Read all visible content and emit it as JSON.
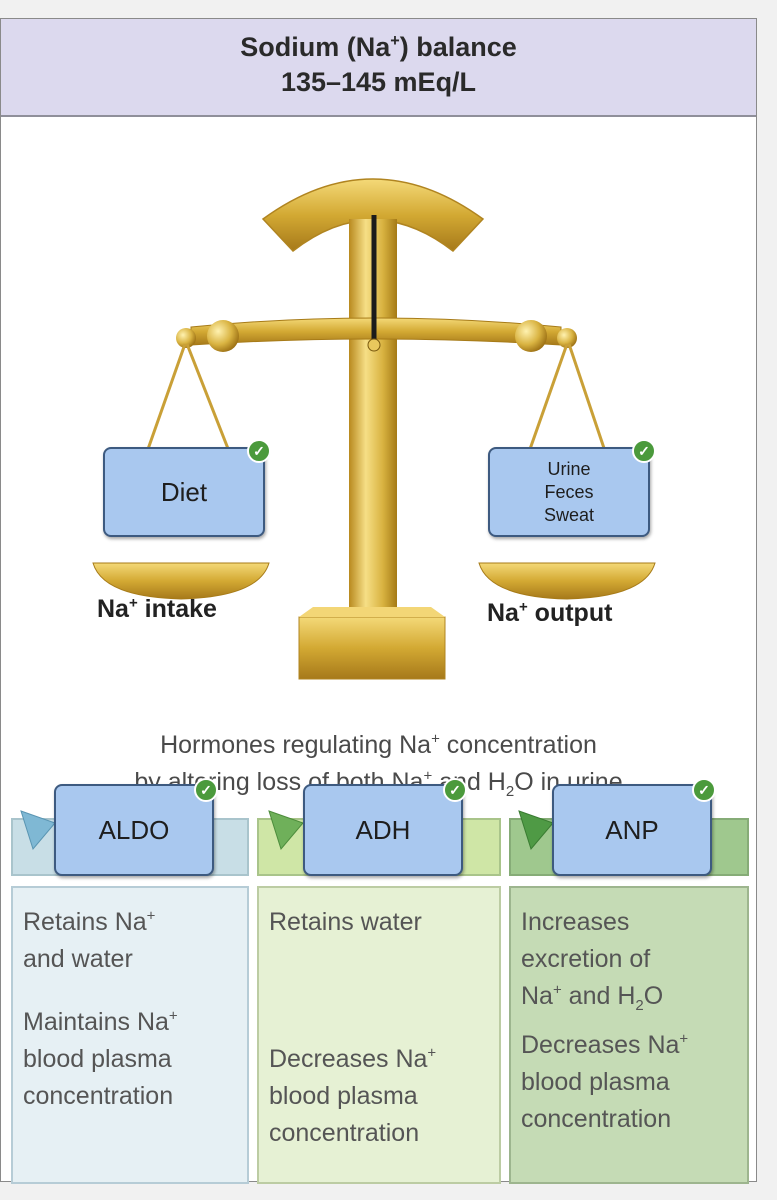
{
  "header": {
    "title_main": "Sodium (Na",
    "title_sup": "+",
    "title_end": ") balance",
    "range": "135–145 mEq/L"
  },
  "scale": {
    "left_box": "Diet",
    "right_box_lines": [
      "Urine",
      "Feces",
      "Sweat"
    ],
    "left_label": {
      "main": "Na",
      "sup": "+",
      "rest": " intake"
    },
    "right_label": {
      "main": "Na",
      "sup": "+",
      "rest": " output"
    }
  },
  "hormones_caption": {
    "line1_a": "Hormones regulating Na",
    "line1_sup": "+",
    "line1_b": " concentration",
    "line2_a": "by altering loss of both Na",
    "line2_sup": "+",
    "line2_b": " and H",
    "line2_sub": "2",
    "line2_c": "O in urine"
  },
  "columns": [
    {
      "hormone": "ALDO",
      "text1_a": "Retains Na",
      "text1_sup": "+",
      "text1_b": "and water",
      "text2_a": "Maintains Na",
      "text2_sup": "+",
      "text2_b": "blood plasma",
      "text2_c": "concentration"
    },
    {
      "hormone": "ADH",
      "text1_a": "Retains water",
      "text2_a": "Decreases Na",
      "text2_sup": "+",
      "text2_b": "blood plasma",
      "text2_c": "concentration"
    },
    {
      "hormone": "ANP",
      "text1_a": "Increases",
      "text1_b": "excretion of",
      "text1_c": "Na",
      "text1_sup": "+",
      "text1_d": " and H",
      "text1_sub": "2",
      "text1_e": "O",
      "text2_a": "Decreases Na",
      "text2_sup": "+",
      "text2_b": "blood plasma",
      "text2_c": "concentration"
    }
  ],
  "colors": {
    "title_bg": "#dcd9ee",
    "drop_box": "#a9c8ef",
    "check": "#4b9a3c",
    "gold": "#d9b341",
    "aldo_bg": "#e6f0f4",
    "adh_bg": "#e6f1d4",
    "anp_bg": "#c5dbb5"
  },
  "icons": [
    "check-icon",
    "balance-scale-icon",
    "arrow-tab-icon"
  ]
}
